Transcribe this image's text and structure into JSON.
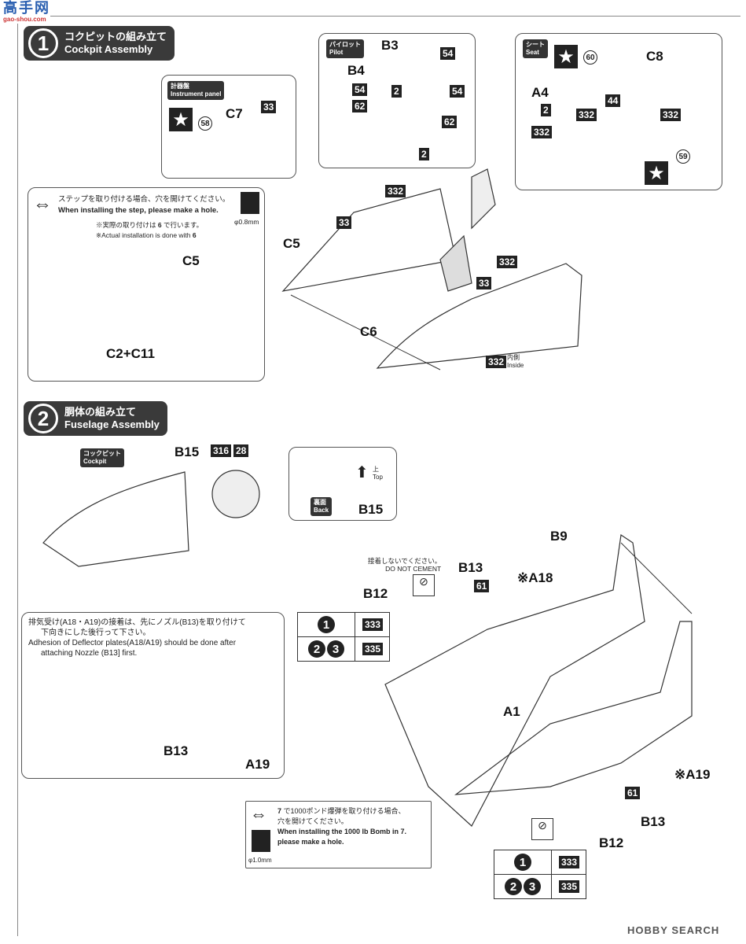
{
  "watermark_logo": {
    "title": "高手网",
    "site": "gao-shou.com"
  },
  "step1": {
    "number": "1",
    "title_jp": "コクピットの組み立て",
    "title_en": "Cockpit Assembly",
    "instrument_panel": {
      "tag_jp": "計器盤",
      "tag_en": "Instrument panel",
      "decal": "58",
      "part": "C7",
      "paint": "33"
    },
    "pilot": {
      "tag_jp": "パイロット",
      "tag_en": "Pilot",
      "part_b3": "B3",
      "part_b4": "B4",
      "paint_54a": "54",
      "paint_54b": "54",
      "paint_54c": "54",
      "paint_2a": "2",
      "paint_62a": "62",
      "paint_62b": "62",
      "paint_2b": "2"
    },
    "seat": {
      "tag_jp": "シート",
      "tag_en": "Seat",
      "decal_60": "60",
      "part_c8": "C8",
      "part_a4": "A4",
      "paint_2": "2",
      "paint_44": "44",
      "paint_332a": "332",
      "paint_332b": "332",
      "paint_332c": "332",
      "decal_59": "59"
    },
    "step_note": {
      "text_jp": "ステップを取り付ける場合、穴を開けてください。",
      "text_en": "When installing the step, please make a hole.",
      "drill": "φ0.8mm",
      "note_jp_pre": "※実際の取り付けは",
      "note_jp_post": "で行います。",
      "note_en": "※Actual installation is done with",
      "ref_step": "6",
      "part_c5": "C5",
      "part_c2c11": "C2+C11"
    },
    "main": {
      "paint_332_top": "332",
      "paint_33_left": "33",
      "part_c5": "C5",
      "paint_332_right": "332",
      "paint_33_mid": "33",
      "part_c6": "C6",
      "paint_332_inside": "332",
      "inside_jp": "内側",
      "inside_en": "Inside"
    }
  },
  "step2": {
    "number": "2",
    "title_jp": "胴体の組み立て",
    "title_en": "Fuselage Assembly",
    "cockpit_tag_jp": "コックピット",
    "cockpit_tag_en": "Cockpit",
    "part_b15": "B15",
    "paint_316": "316",
    "paint_28": "28",
    "top_jp": "上",
    "top_en": "Top",
    "back_jp": "裏面",
    "back_en": "Back",
    "part_b15_detail": "B15",
    "part_b9": "B9",
    "no_cement_jp": "接着しないでください。",
    "no_cement_en": "DO NOT CEMENT",
    "part_b13_top": "B13",
    "paint_61_top": "61",
    "part_a18": "※A18",
    "part_b12_top": "B12",
    "color_table_top": [
      {
        "steps": [
          "1"
        ],
        "paint": "333"
      },
      {
        "steps": [
          "2",
          "3"
        ],
        "paint": "335"
      }
    ],
    "deflector_note": {
      "text_jp_1": "排気受け(A18・A19)の接着は、先にノズル(B13)を取り付けて",
      "text_jp_2": "下向きにした後行って下さい。",
      "text_en_1": "Adhesion of Deflector plates(A18/A19) should be done after",
      "text_en_2": "attaching Nozzle (B13] first.",
      "part_b13": "B13",
      "part_a19": "A19"
    },
    "part_a1": "A1",
    "part_a19": "※A19",
    "paint_61_bottom": "61",
    "part_b13_bottom": "B13",
    "part_b12_bottom": "B12",
    "bomb_note": {
      "ref_step": "7",
      "text_jp_1": "で1000ポンド爆弾を取り付ける場合、",
      "text_jp_2": "穴を開けてください。",
      "text_en_1": "When installing the 1000 lb Bomb in",
      "text_en_2": "please make a hole.",
      "drill": "φ1.0mm"
    },
    "color_table_bottom": [
      {
        "steps": [
          "1"
        ],
        "paint": "333"
      },
      {
        "steps": [
          "2",
          "3"
        ],
        "paint": "335"
      }
    ]
  },
  "footer_watermark": "HOBBY SEARCH"
}
